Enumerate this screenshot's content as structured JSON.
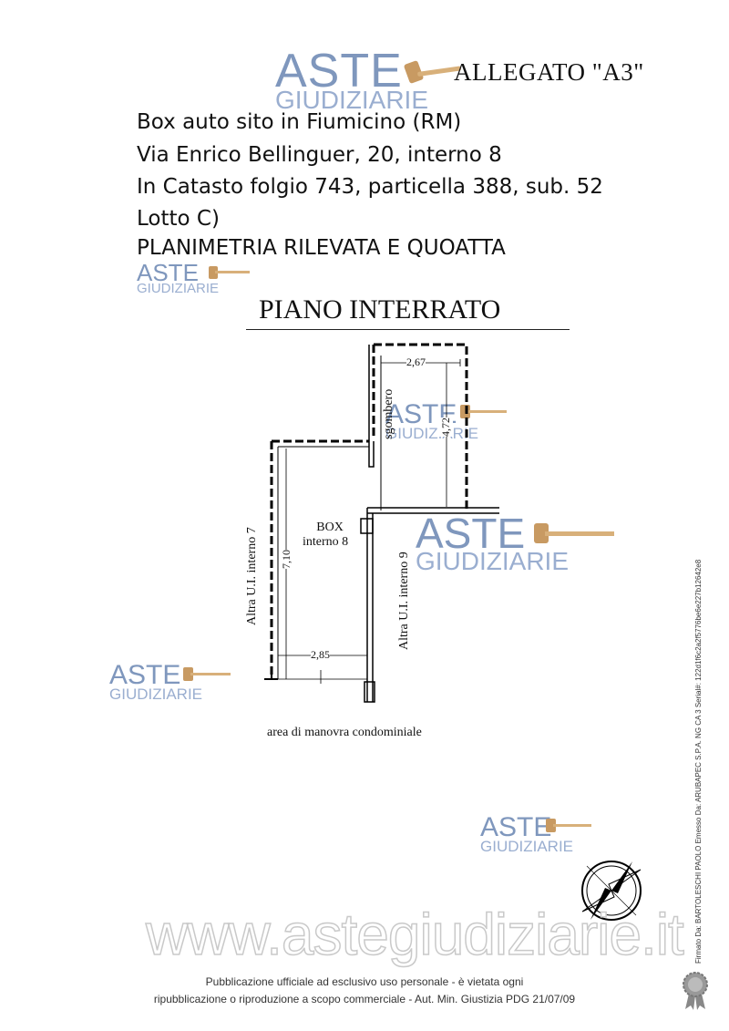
{
  "header": {
    "allegato": "ALLEGATO \"A3\"",
    "lines": [
      "Box auto sito in Fiumicino (RM)",
      "Via Enrico Bellinguer, 20, interno 8",
      "In Catasto folgio 743, particella 388, sub. 52",
      "Lotto C)",
      "PLANIMETRIA RILEVATA E QUOATTA"
    ]
  },
  "plan": {
    "title": "PIANO INTERRATO",
    "labels": {
      "box_line1": "BOX",
      "box_line2": "interno 8",
      "sgombero": "sgombero",
      "left_neighbour": "Altra U.I. interno 7",
      "right_neighbour": "Altra U.I. interno 9",
      "maneuver_area": "area di manovra condominiale"
    },
    "dimensions": {
      "top_width": "2,67",
      "top_height": "4,72",
      "box_height": "7,10",
      "box_width": "2,85"
    }
  },
  "watermark": {
    "brand_top": "ASTE",
    "brand_bottom": "GIUDIZIARIE",
    "website": "www.astegiudiziarie.it"
  },
  "footer": {
    "line1": "Pubblicazione ufficiale ad esclusivo uso personale - è vietata ogni",
    "line2": "ripubblicazione o riproduzione a scopo commerciale - Aut. Min. Giustizia PDG 21/07/09"
  },
  "signature": "Firmato Da: BARTOLESCHI PAOLO Emesso Da: ARUBAPEC S.P.A. NG CA 3 Serial#: 122d1f6c2a2f5776be6e227b12642e8",
  "colors": {
    "watermark_blue": "#7f97bd",
    "gavel": "#c89a62"
  },
  "icons": [
    "gavel-icon",
    "compass-rose-icon",
    "seal-icon"
  ]
}
